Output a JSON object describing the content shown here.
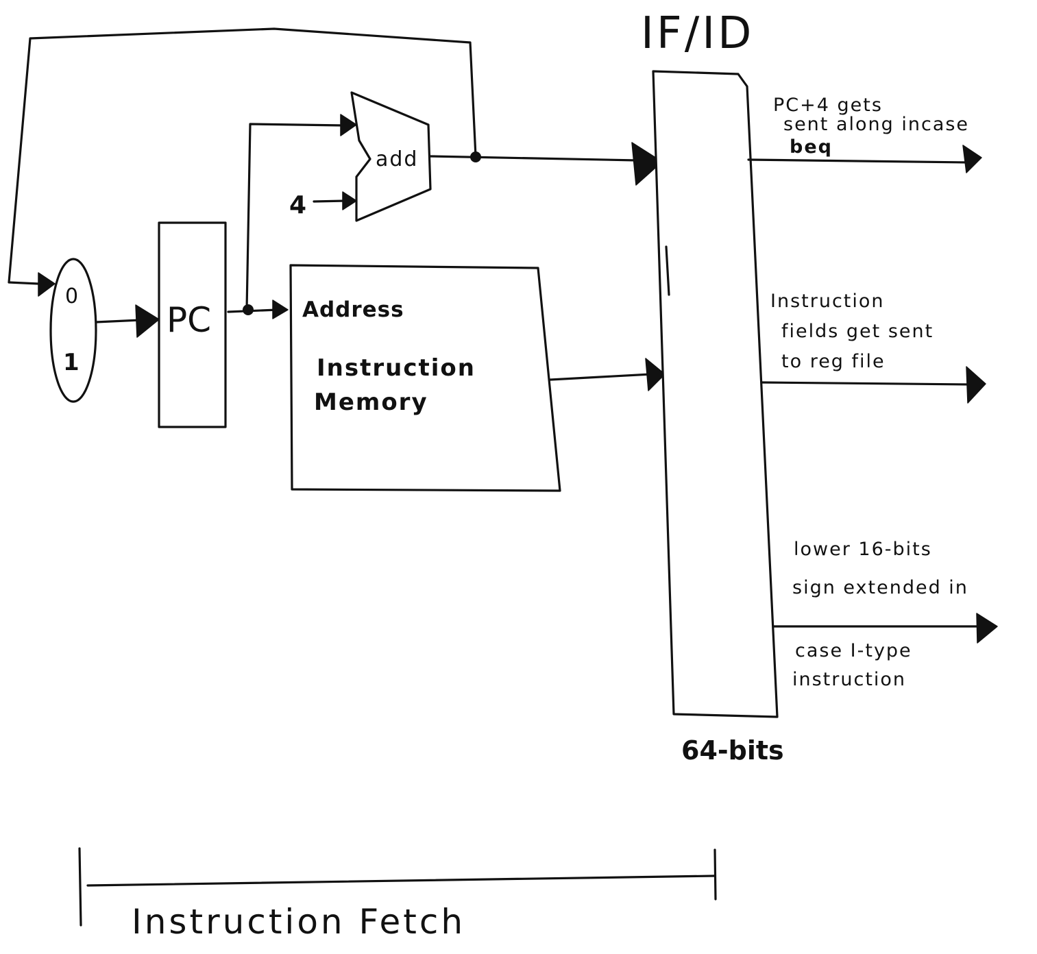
{
  "stage_title": "IF/ID",
  "mux": {
    "input_0": "0",
    "input_1": "1"
  },
  "pc_label": "PC",
  "adder": {
    "label": "add",
    "constant": "4"
  },
  "instruction_memory": {
    "address_label": "Address",
    "title_line1": "Instruction",
    "title_line2": "Memory"
  },
  "register_width": "64-bits",
  "outputs": [
    {
      "lines": [
        "PC+4 gets",
        "sent along incase",
        "beq"
      ]
    },
    {
      "lines": [
        "Instruction",
        "fields get sent",
        "to reg file"
      ]
    },
    {
      "lines": [
        "lower 16-bits",
        "sign extended in",
        "case I-type",
        "instruction"
      ]
    }
  ],
  "stage_label": "Instruction Fetch"
}
